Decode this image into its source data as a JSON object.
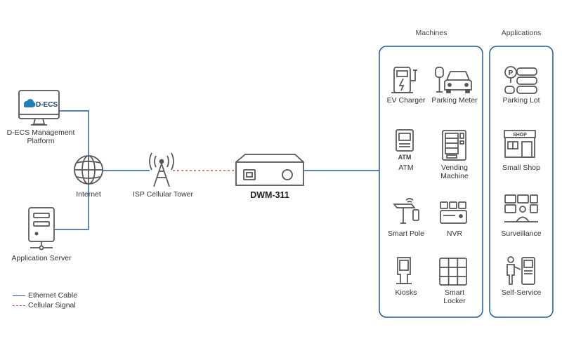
{
  "nodes": {
    "dcs": {
      "screen_text": "D-ECS",
      "label_line1": "D-ECS Management",
      "label_line2": "Platform"
    },
    "internet": {
      "label": "Internet"
    },
    "app_server": {
      "label": "Application Server"
    },
    "tower": {
      "label": "ISP Cellular Tower"
    },
    "device": {
      "label": "DWM-311"
    }
  },
  "groups": {
    "machines": {
      "title": "Machines",
      "items": [
        {
          "label": "EV Charger",
          "icon": "ev-charger-icon"
        },
        {
          "label": "Parking Meter",
          "icon": "parking-meter-icon"
        },
        {
          "label": "ATM",
          "icon": "atm-icon",
          "icon_text": "ATM"
        },
        {
          "label_line1": "Vending",
          "label_line2": "Machine",
          "icon": "vending-machine-icon"
        },
        {
          "label": "Smart Pole",
          "icon": "smart-pole-icon"
        },
        {
          "label": "NVR",
          "icon": "nvr-icon"
        },
        {
          "label": "Kiosks",
          "icon": "kiosk-icon"
        },
        {
          "label_line1": "Smart",
          "label_line2": "Locker",
          "icon": "smart-locker-icon"
        }
      ]
    },
    "applications": {
      "title": "Applications",
      "items": [
        {
          "label": "Parking Lot",
          "icon": "parking-lot-icon",
          "icon_text": "P"
        },
        {
          "label": "Small Shop",
          "icon": "small-shop-icon",
          "icon_text": "SHOP"
        },
        {
          "label": "Surveillance",
          "icon": "surveillance-icon"
        },
        {
          "label": "Self-Service",
          "icon": "self-service-icon"
        }
      ]
    }
  },
  "legend": {
    "ethernet": {
      "label": "Ethernet Cable",
      "color": "#1f5aa6"
    },
    "cellular": {
      "label": "Cellular Signal",
      "color": "#d9534f"
    }
  },
  "colors": {
    "accent": "#1f5aa6",
    "icon": "#555555",
    "box_border": "#1f5aa6"
  }
}
